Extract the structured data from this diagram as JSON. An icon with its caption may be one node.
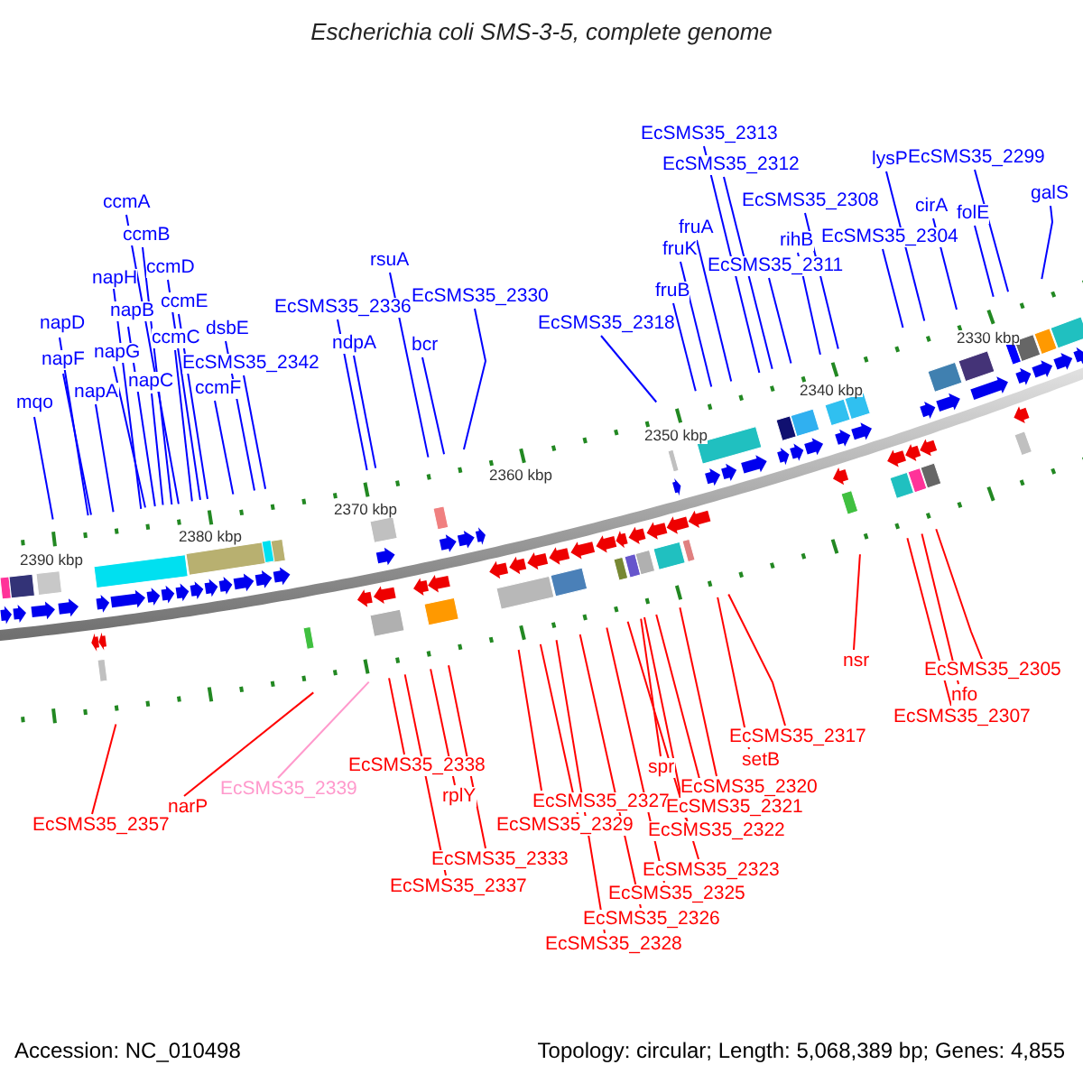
{
  "diagram": {
    "title": "Escherichia coli SMS-3-5, complete genome",
    "nodes": [
      {
        "text": [
          "mqo"
        ]
      },
      {
        "text": [
          "napD"
        ]
      },
      {
        "text": [
          "napF"
        ]
      },
      {
        "text": [
          "napA"
        ]
      },
      {
        "text": [
          "napH"
        ]
      },
      {
        "text": [
          "napB"
        ]
      },
      {
        "text": [
          "napG"
        ]
      },
      {
        "text": [
          "ccmA"
        ]
      },
      {
        "text": [
          "ccmB"
        ]
      },
      {
        "text": [
          "ccmD"
        ]
      },
      {
        "text": [
          "ccmE"
        ]
      },
      {
        "text": [
          "ccmC"
        ]
      },
      {
        "text": [
          "napC"
        ]
      },
      {
        "text": [
          "dsbE"
        ]
      },
      {
        "text": [
          "EcSMS35_2342"
        ]
      },
      {
        "text": [
          "ccmF"
        ]
      },
      {
        "text": [
          "EcSMS35_2336"
        ]
      },
      {
        "text": [
          "ndpA"
        ]
      },
      {
        "text": [
          "rsuA"
        ]
      },
      {
        "text": [
          "bcr"
        ]
      },
      {
        "text": [
          "EcSMS35_2330"
        ]
      },
      {
        "text": [
          "EcSMS35_2318"
        ]
      },
      {
        "text": [
          "fruB"
        ]
      },
      {
        "text": [
          "fruK"
        ]
      },
      {
        "text": [
          "fruA"
        ]
      },
      {
        "text": [
          "EcSMS35_2311"
        ]
      },
      {
        "text": [
          "EcSMS35_2313"
        ]
      },
      {
        "text": [
          "EcSMS35_2312"
        ]
      },
      {
        "text": [
          "EcSMS35_2308"
        ]
      },
      {
        "text": [
          "rihB"
        ]
      },
      {
        "text": [
          "EcSMS35_2304"
        ]
      },
      {
        "text": [
          "lysP"
        ]
      },
      {
        "text": [
          "EcSMS35_2299"
        ]
      },
      {
        "text": [
          "cirA"
        ]
      },
      {
        "text": [
          "folE"
        ]
      },
      {
        "text": [
          "galS"
        ]
      },
      {
        "text": [
          "EcSMS35_2357"
        ]
      },
      {
        "text": [
          "narP"
        ]
      },
      {
        "text": [
          "EcSMS35_2339"
        ]
      },
      {
        "text": [
          "EcSMS35_2338"
        ]
      },
      {
        "text": [
          "rplY"
        ]
      },
      {
        "text": [
          "EcSMS35_2333"
        ]
      },
      {
        "text": [
          "EcSMS35_2337"
        ]
      },
      {
        "text": [
          "EcSMS35_2327"
        ]
      },
      {
        "text": [
          "EcSMS35_2329"
        ]
      },
      {
        "text": [
          "EcSMS35_2328"
        ]
      },
      {
        "text": [
          "EcSMS35_2326"
        ]
      },
      {
        "text": [
          "EcSMS35_2325"
        ]
      },
      {
        "text": [
          "EcSMS35_2323"
        ]
      },
      {
        "text": [
          "EcSMS35_2322"
        ]
      },
      {
        "text": [
          "EcSMS35_2321"
        ]
      },
      {
        "text": [
          "EcSMS35_2320"
        ]
      },
      {
        "text": [
          "spr"
        ]
      },
      {
        "text": [
          "setB"
        ]
      },
      {
        "text": [
          "EcSMS35_2317"
        ]
      },
      {
        "text": [
          "nsr"
        ]
      },
      {
        "text": [
          "EcSMS35_2305"
        ]
      },
      {
        "text": [
          "nfo"
        ]
      },
      {
        "text": [
          "EcSMS35_2307"
        ]
      }
    ],
    "edges": [
      {
        "from": 0,
        "to": null,
        "arrow": "none"
      },
      {
        "from": 1,
        "to": null,
        "arrow": "none"
      },
      {
        "from": 2,
        "to": null,
        "arrow": "none"
      },
      {
        "from": 3,
        "to": null,
        "arrow": "none"
      },
      {
        "from": 4,
        "to": null,
        "arrow": "none"
      },
      {
        "from": 5,
        "to": null,
        "arrow": "none"
      },
      {
        "from": 6,
        "to": null,
        "arrow": "none"
      },
      {
        "from": 7,
        "to": null,
        "arrow": "none"
      },
      {
        "from": 8,
        "to": null,
        "arrow": "none"
      },
      {
        "from": 9,
        "to": null,
        "arrow": "none"
      },
      {
        "from": 10,
        "to": null,
        "arrow": "none"
      },
      {
        "from": 11,
        "to": null,
        "arrow": "none"
      },
      {
        "from": 12,
        "to": null,
        "arrow": "none"
      },
      {
        "from": 13,
        "to": null,
        "arrow": "none"
      },
      {
        "from": 14,
        "to": null,
        "arrow": "none"
      },
      {
        "from": 15,
        "to": null,
        "arrow": "none"
      },
      {
        "from": 16,
        "to": null,
        "arrow": "none"
      },
      {
        "from": 17,
        "to": null,
        "arrow": "none"
      },
      {
        "from": 18,
        "to": null,
        "arrow": "none"
      },
      {
        "from": 19,
        "to": null,
        "arrow": "none"
      },
      {
        "from": 20,
        "to": null,
        "arrow": "none"
      },
      {
        "from": 21,
        "to": null,
        "arrow": "none"
      },
      {
        "from": 22,
        "to": null,
        "arrow": "none"
      },
      {
        "from": 23,
        "to": null,
        "arrow": "none"
      },
      {
        "from": 24,
        "to": null,
        "arrow": "none"
      },
      {
        "from": 25,
        "to": null,
        "arrow": "none"
      },
      {
        "from": 26,
        "to": null,
        "arrow": "none"
      },
      {
        "from": 27,
        "to": null,
        "arrow": "none"
      },
      {
        "from": 28,
        "to": null,
        "arrow": "none"
      },
      {
        "from": 29,
        "to": null,
        "arrow": "none"
      },
      {
        "from": 30,
        "to": null,
        "arrow": "none"
      },
      {
        "from": 31,
        "to": null,
        "arrow": "none"
      },
      {
        "from": 32,
        "to": null,
        "arrow": "none"
      },
      {
        "from": 33,
        "to": null,
        "arrow": "none"
      },
      {
        "from": 34,
        "to": null,
        "arrow": "none"
      },
      {
        "from": 35,
        "to": null,
        "arrow": "none"
      },
      {
        "from": 36,
        "to": null,
        "arrow": "none",
        "color": "#ff0000"
      },
      {
        "from": 37,
        "to": null,
        "arrow": "none",
        "color": "#ff0000"
      },
      {
        "from": 38,
        "to": null,
        "arrow": "none",
        "color": "#ff99cc"
      },
      {
        "from": 39,
        "to": null,
        "arrow": "none",
        "color": "#ff0000"
      },
      {
        "from": 40,
        "to": null,
        "arrow": "none",
        "color": "#ff0000"
      },
      {
        "from": 41,
        "to": null,
        "arrow": "none",
        "color": "#ff0000"
      },
      {
        "from": 42,
        "to": null,
        "arrow": "none",
        "color": "#ff0000"
      },
      {
        "from": 43,
        "to": null,
        "arrow": "none",
        "color": "#ff0000"
      },
      {
        "from": 44,
        "to": null,
        "arrow": "none",
        "color": "#ff0000"
      },
      {
        "from": 45,
        "to": null,
        "arrow": "none",
        "color": "#ff0000"
      },
      {
        "from": 46,
        "to": null,
        "arrow": "none",
        "color": "#ff0000"
      },
      {
        "from": 47,
        "to": null,
        "arrow": "none",
        "color": "#ff0000"
      },
      {
        "from": 48,
        "to": null,
        "arrow": "none",
        "color": "#ff0000"
      },
      {
        "from": 49,
        "to": null,
        "arrow": "none",
        "color": "#ff0000"
      },
      {
        "from": 50,
        "to": null,
        "arrow": "none",
        "color": "#ff0000"
      },
      {
        "from": 51,
        "to": null,
        "arrow": "none",
        "color": "#ff0000"
      },
      {
        "from": 52,
        "to": null,
        "arrow": "none",
        "color": "#ff0000"
      },
      {
        "from": 53,
        "to": null,
        "arrow": "none",
        "color": "#ff0000"
      },
      {
        "from": 54,
        "to": null,
        "arrow": "none",
        "color": "#ff0000"
      },
      {
        "from": 55,
        "to": null,
        "arrow": "none",
        "color": "#ff0000"
      },
      {
        "from": 56,
        "to": null,
        "arrow": "none",
        "color": "#ff0000"
      },
      {
        "from": 57,
        "to": null,
        "arrow": "none",
        "color": "#ff0000"
      },
      {
        "from": 58,
        "to": null,
        "arrow": "none",
        "color": "#ff0000"
      }
    ],
    "labels": [
      "2390 kbp",
      "2380 kbp",
      "2370 kbp",
      "2360 kbp",
      "2350 kbp",
      "2340 kbp",
      "2330 kbp",
      "Accession: NC_010498",
      "Topology: circular; Length: 5,068,389 bp; Genes: 4,855"
    ]
  }
}
